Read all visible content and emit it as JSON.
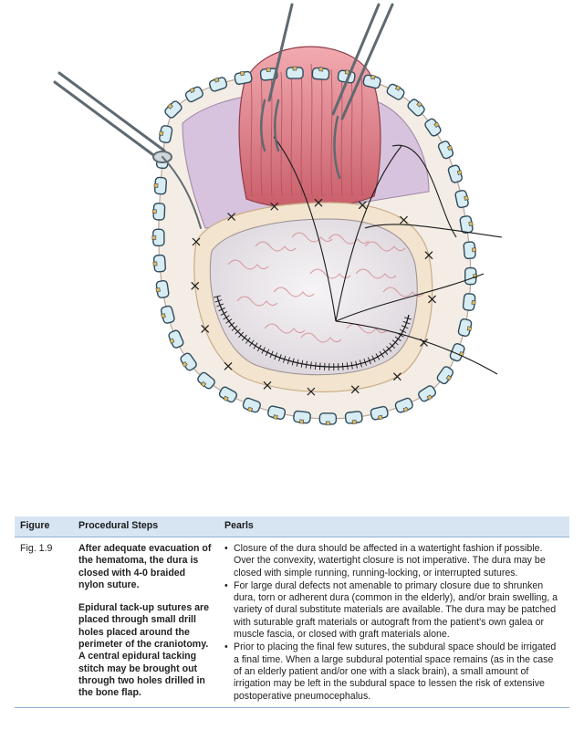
{
  "table": {
    "headers": {
      "figure": "Figure",
      "steps": "Procedural Steps",
      "pearls": "Pearls"
    },
    "row": {
      "figure": "Fig. 1.9",
      "steps": [
        "After adequate evacuation of the hematoma, the dura is closed with 4-0 braided nylon suture.",
        "Epidural tack-up sutures are placed through small drill holes placed around the perimeter of the craniotomy. A central epidural tacking stitch may be brought out through two holes drilled in the bone flap."
      ],
      "pearls": [
        "Closure of the dura should be affected in a watertight fashion if possible. Over the convexity, watertight closure is not imperative. The dura may be closed with simple running, running-locking, or interrupted sutures.",
        "For large dural defects not amenable to primary closure due to shrunken dura, torn or adherent dura (common in the elderly), and/or brain swelling, a variety of dural substitute materials are available. The dura may be patched with suturable graft materials or autograft from the patient's own galea or muscle fascia, or closed with graft materials alone.",
        "Prior to placing the final few sutures, the subdural space should be irrigated a final time. When a large subdural potential space remains (as in the case of an elderly patient and/or one with a slack brain), a small amount of irrigation may be left in the subdural space to lessen the risk of extensive postoperative pneumocephalus."
      ]
    }
  },
  "illustration": {
    "colors": {
      "clip": "#d8ecf4",
      "clip_stroke": "#2f4b5a",
      "clip_accent": "#e6b85e",
      "muscle": "#e2848c",
      "muscle_dark": "#b8505c",
      "dura": "#f2e4cf",
      "brain": "#ece8ec",
      "vessel": "#d6939a",
      "skin_inner": "#d8c3de",
      "instrument": "#808a90",
      "suture": "#1a1a1a"
    }
  }
}
